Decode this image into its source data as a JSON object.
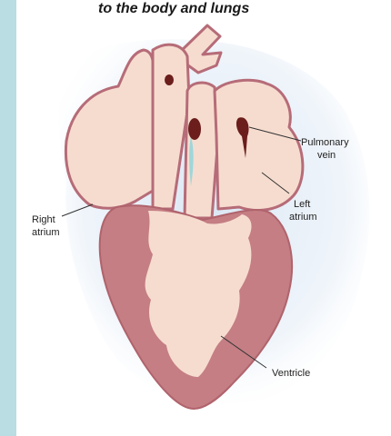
{
  "caption": "to the body and lungs",
  "labels": {
    "pulmonary_vein": [
      "Pulmonary",
      "vein"
    ],
    "left_atrium": [
      "Left",
      "atrium"
    ],
    "right_atrium": [
      "Right",
      "atrium"
    ],
    "ventricle": "Ventricle"
  },
  "colors": {
    "side_bar": "#b9dde2",
    "heart_outline": "#b66c78",
    "heart_fill": "#f6dccf",
    "ventricle_muscle": "#c47e84",
    "vessel_opening": "#6b1e1c",
    "blood_flow": "#9fd6d9",
    "background_glow": "#d9e6f4"
  }
}
